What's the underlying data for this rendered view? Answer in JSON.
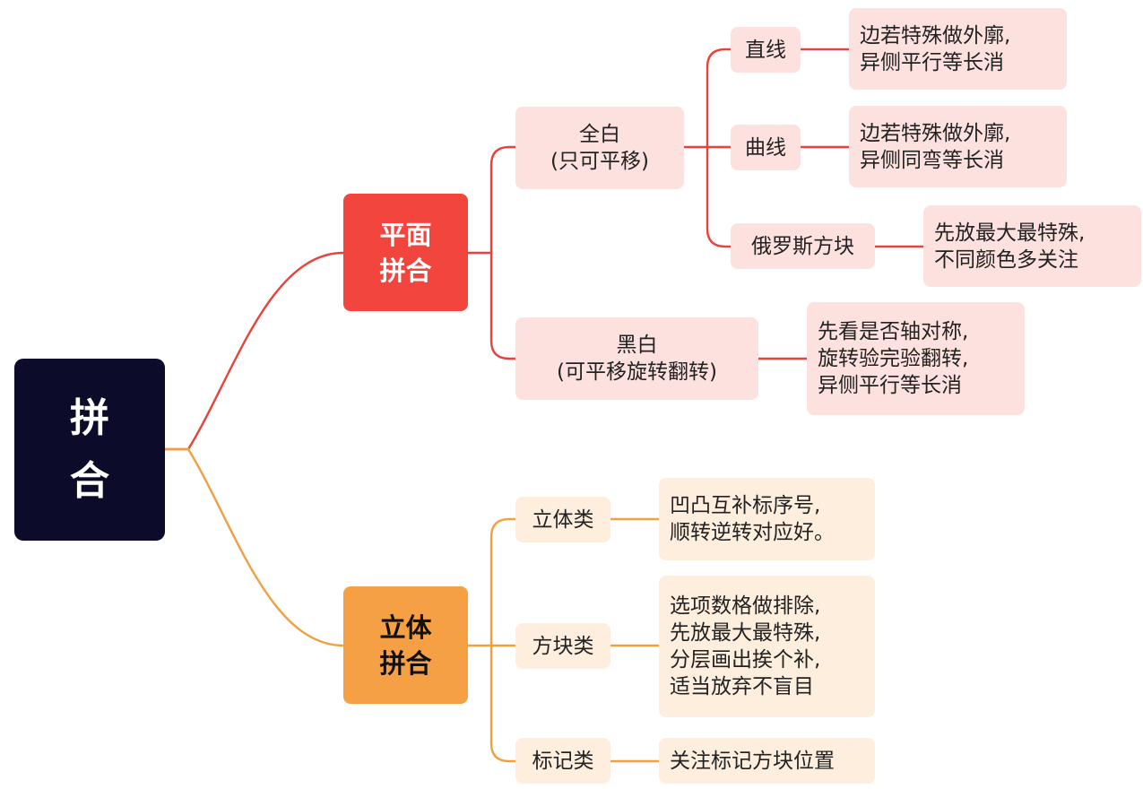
{
  "root": {
    "line1": "拼",
    "line2": "合"
  },
  "planar": {
    "title_line1": "平面",
    "title_line2": "拼合",
    "all_white": {
      "line1": "全白",
      "line2": "(只可平移)",
      "straight": {
        "label": "直线",
        "tip_line1": "边若特殊做外廓,",
        "tip_line2": "异侧平行等长消"
      },
      "curve": {
        "label": "曲线",
        "tip_line1": "边若特殊做外廓,",
        "tip_line2": "异侧同弯等长消"
      },
      "tetris": {
        "label": "俄罗斯方块",
        "tip_line1": "先放最大最特殊,",
        "tip_line2": "不同颜色多关注"
      }
    },
    "black_white": {
      "line1": "黑白",
      "line2": "(可平移旋转翻转)",
      "tip_line1": "先看是否轴对称,",
      "tip_line2": "旋转验完验翻转,",
      "tip_line3": "异侧平行等长消"
    }
  },
  "solid": {
    "title_line1": "立体",
    "title_line2": "拼合",
    "solid_type": {
      "label": "立体类",
      "tip_line1": "凹凸互补标序号,",
      "tip_line2": "顺转逆转对应好。"
    },
    "block_type": {
      "label": "方块类",
      "tip_line1": "选项数格做排除,",
      "tip_line2": "先放最大最特殊,",
      "tip_line3": "分层画出挨个补,",
      "tip_line4": "适当放弃不盲目"
    },
    "mark_type": {
      "label": "标记类",
      "tip_line1": "关注标记方块位置"
    }
  },
  "colors": {
    "red_branch": "#e8423a",
    "orange_branch": "#f0a040",
    "root_bg": "#0c0c2a",
    "pink_box": "#fde1df",
    "cream_box": "#fdeede"
  }
}
